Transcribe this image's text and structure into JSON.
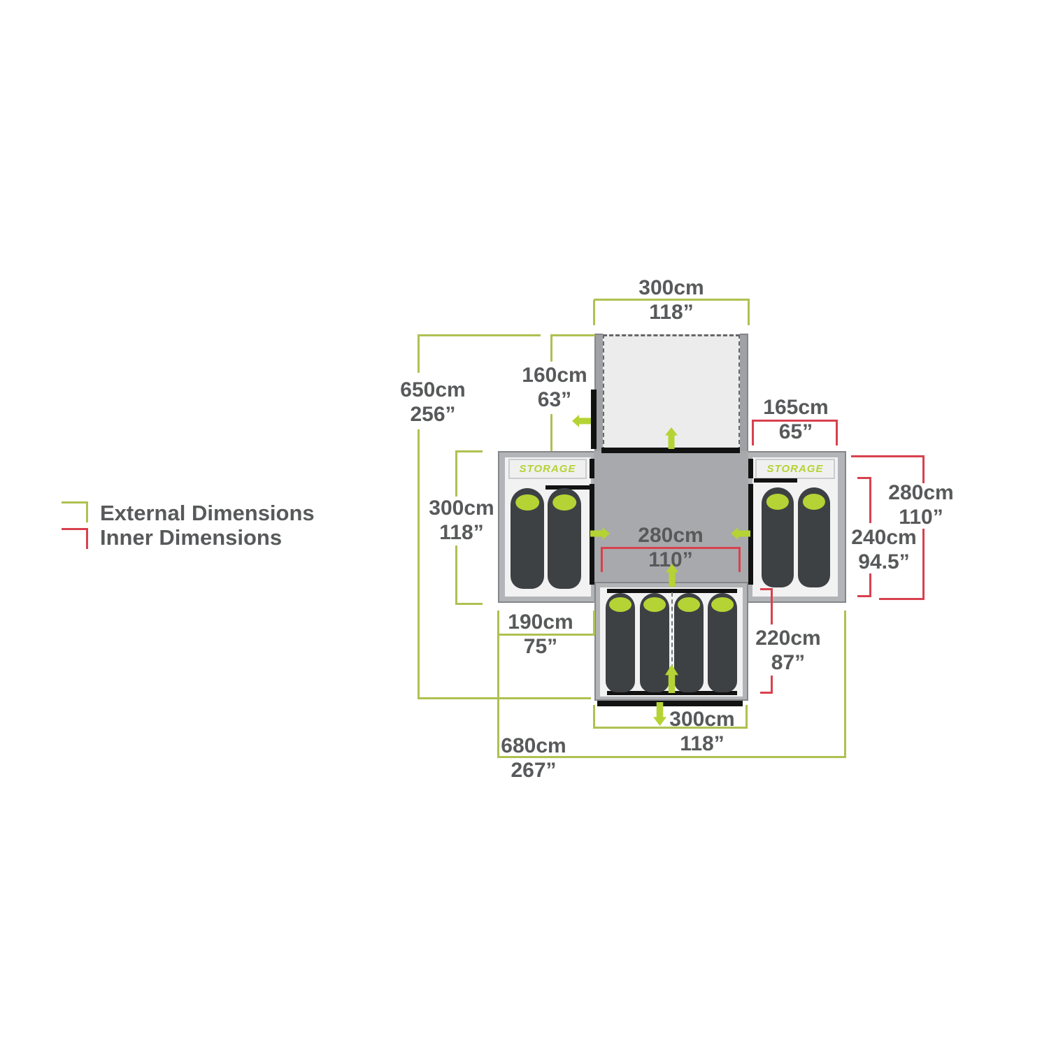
{
  "legend": {
    "external_label": "External Dimensions",
    "inner_label": "Inner Dimensions"
  },
  "storage_label": "STORAGE",
  "colors": {
    "external_line": "#aec151",
    "inner_line": "#d8414e",
    "accent_green": "#b5d334",
    "text_gray": "#58595a"
  },
  "dims": {
    "porch_width": {
      "cm": "300cm",
      "inch": "118”"
    },
    "total_depth": {
      "cm": "650cm",
      "inch": "256”"
    },
    "porch_depth": {
      "cm": "160cm",
      "inch": "63”"
    },
    "right_pod_width": {
      "cm": "165cm",
      "inch": "65”"
    },
    "left_pod_length": {
      "cm": "300cm",
      "inch": "118”"
    },
    "living_width": {
      "cm": "280cm",
      "inch": "110”"
    },
    "right_pod_outer": {
      "cm": "280cm",
      "inch": "110”"
    },
    "right_pod_inner": {
      "cm": "240cm",
      "inch": "94.5”"
    },
    "left_pod_width": {
      "cm": "190cm",
      "inch": "75”"
    },
    "bottom_pod_length": {
      "cm": "220cm",
      "inch": "87”"
    },
    "bottom_pod_width": {
      "cm": "300cm",
      "inch": "118”"
    },
    "total_width": {
      "cm": "680cm",
      "inch": "267”"
    }
  }
}
